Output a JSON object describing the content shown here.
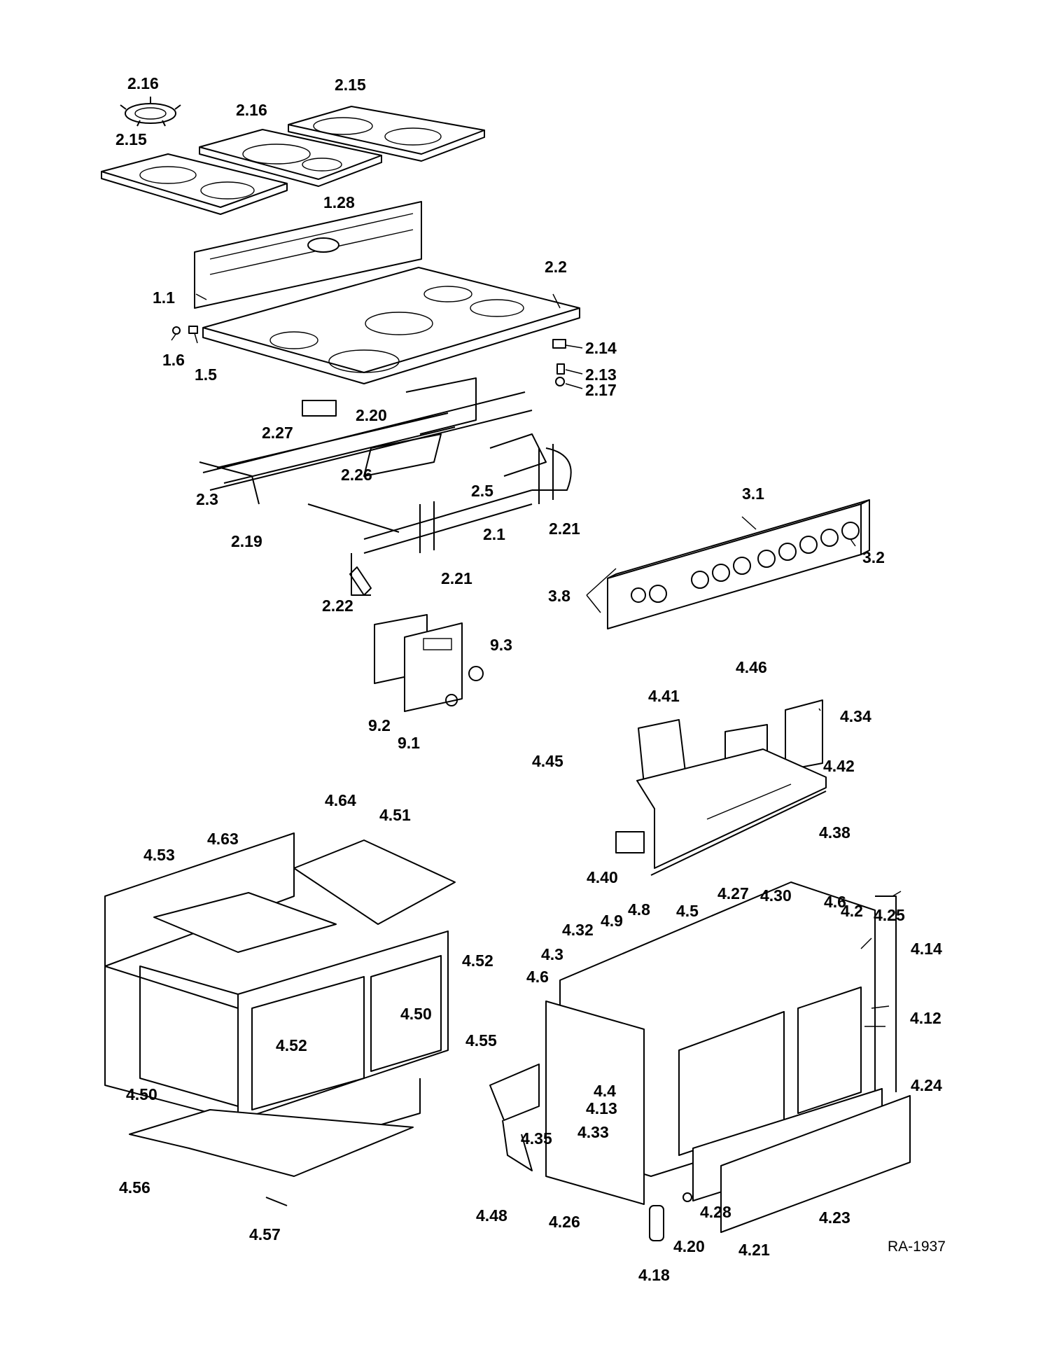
{
  "drawing_code": "RA-1937",
  "labels": {
    "l_2_16a": "2.16",
    "l_2_15a": "2.15",
    "l_2_16b": "2.16",
    "l_2_15b": "2.15",
    "l_1_28": "1.28",
    "l_2_2": "2.2",
    "l_1_1": "1.1",
    "l_1_6": "1.6",
    "l_1_5": "1.5",
    "l_2_14": "2.14",
    "l_2_13": "2.13",
    "l_2_17": "2.17",
    "l_2_27": "2.27",
    "l_2_20": "2.20",
    "l_2_26": "2.26",
    "l_2_3": "2.3",
    "l_2_5": "2.5",
    "l_2_19": "2.19",
    "l_2_1": "2.1",
    "l_2_21a": "2.21",
    "l_2_21b": "2.21",
    "l_2_22": "2.22",
    "l_3_1": "3.1",
    "l_3_2": "3.2",
    "l_3_8": "3.8",
    "l_9_3": "9.3",
    "l_9_2": "9.2",
    "l_9_1": "9.1",
    "l_4_46": "4.46",
    "l_4_41": "4.41",
    "l_4_34": "4.34",
    "l_4_45": "4.45",
    "l_4_42": "4.42",
    "l_4_64": "4.64",
    "l_4_51": "4.51",
    "l_4_63": "4.63",
    "l_4_53": "4.53",
    "l_4_38": "4.38",
    "l_4_40": "4.40",
    "l_4_27": "4.27",
    "l_4_30": "4.30",
    "l_4_5": "4.5",
    "l_4_6a": "4.6",
    "l_4_2": "4.2",
    "l_4_25": "4.25",
    "l_4_32": "4.32",
    "l_4_9": "4.9",
    "l_4_8": "4.8",
    "l_4_14": "4.14",
    "l_4_52a": "4.52",
    "l_4_3": "4.3",
    "l_4_6b": "4.6",
    "l_4_12": "4.12",
    "l_4_50a": "4.50",
    "l_4_52b": "4.52",
    "l_4_55": "4.55",
    "l_4_50b": "4.50",
    "l_4_24": "4.24",
    "l_4_4": "4.4",
    "l_4_13": "4.13",
    "l_4_33": "4.33",
    "l_4_35": "4.35",
    "l_4_56": "4.56",
    "l_4_48": "4.48",
    "l_4_26": "4.26",
    "l_4_28": "4.28",
    "l_4_23": "4.23",
    "l_4_20": "4.20",
    "l_4_21": "4.21",
    "l_4_57": "4.57",
    "l_4_18": "4.18"
  }
}
